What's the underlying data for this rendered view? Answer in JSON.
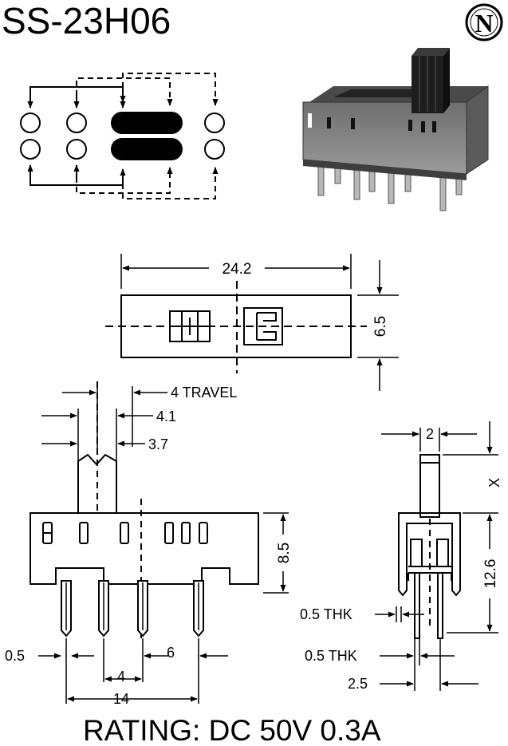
{
  "title": "SS-23H06",
  "logo_letter": "N",
  "rating": "RATING: DC 50V 0.3A",
  "top_view": {
    "width": "24.2",
    "height": "6.5"
  },
  "front_view": {
    "travel": "4 TRAVEL",
    "actuator_outer": "4.1",
    "actuator_inner": "3.7",
    "body_height": "8.5",
    "pin_thickness": "0.5",
    "pin_pitch": "4",
    "pin_span": "6",
    "overall_pin_span": "14"
  },
  "side_view": {
    "actuator_width": "2",
    "actuator_height": "X",
    "body_height": "12.6",
    "thk_upper": "0.5 THK",
    "thk_lower": "0.5 THK",
    "pin_offset": "2.5"
  },
  "colors": {
    "ink": "#000000",
    "paper": "#ffffff",
    "body_gray": "#8a8a8a"
  },
  "icons": [
    "circuit-schematic",
    "switch-3d-render",
    "n-logo"
  ]
}
